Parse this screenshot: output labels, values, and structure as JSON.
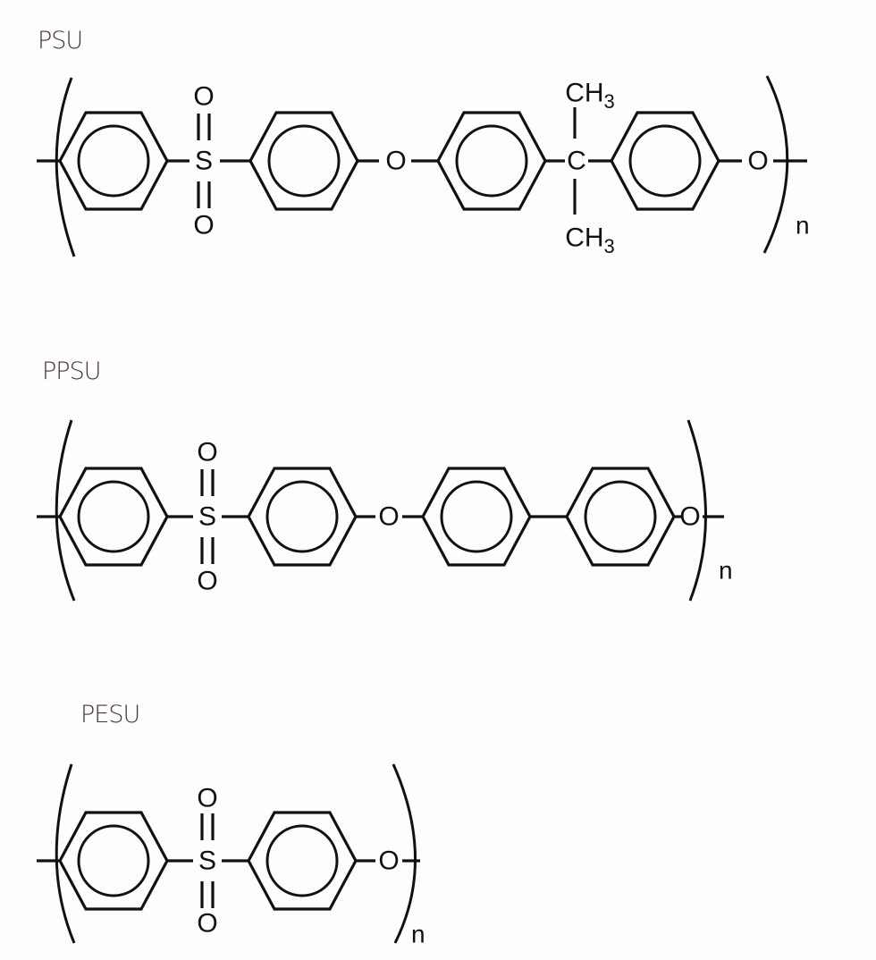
{
  "structures": [
    {
      "name": "PSU",
      "atoms": {
        "s": "S",
        "o": "O",
        "c": "C",
        "ch3": "CH",
        "sub3": "3",
        "n": "n"
      }
    },
    {
      "name": "PPSU",
      "atoms": {
        "s": "S",
        "o": "O",
        "n": "n"
      }
    },
    {
      "name": "PESU",
      "atoms": {
        "s": "S",
        "o": "O",
        "n": "n"
      }
    }
  ],
  "colors": {
    "line": "#111111",
    "label": "#4a3434",
    "background": "#fdfdfd"
  }
}
